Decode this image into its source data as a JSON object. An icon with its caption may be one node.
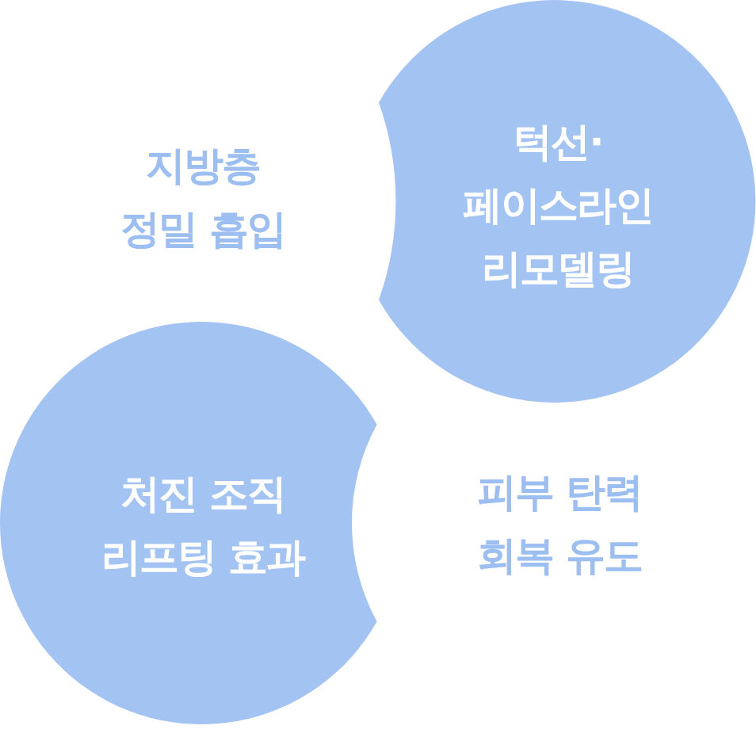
{
  "diagram": {
    "nodes": [
      {
        "text": [
          "턱선· 페이스라인 리모델링"
        ]
      },
      {
        "text": [
          "처진 조직 리프팅 효과"
        ]
      }
    ],
    "labels": [
      "지방층 정밀 흡입",
      "피부 탄력 회복 유도"
    ]
  }
}
